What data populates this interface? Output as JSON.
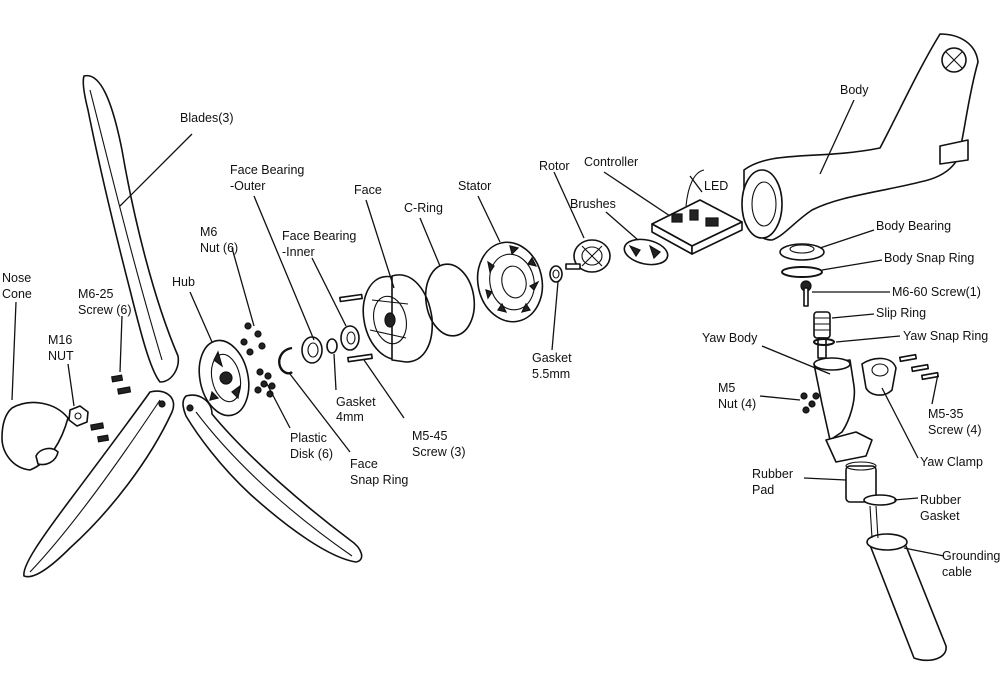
{
  "labels": {
    "nose_cone": [
      "Nose",
      "Cone"
    ],
    "m16_nut": [
      "M16",
      "NUT"
    ],
    "m6_25_screw": [
      "M6-25",
      "Screw (6)"
    ],
    "blades": "Blades(3)",
    "hub": "Hub",
    "m6_nut": [
      "M6",
      "Nut (6)"
    ],
    "face_bearing_outer": [
      "Face Bearing",
      "-Outer"
    ],
    "face_bearing_inner": [
      "Face Bearing",
      "-Inner"
    ],
    "face": "Face",
    "c_ring": "C-Ring",
    "stator": "Stator",
    "rotor": "Rotor",
    "controller": "Controller",
    "brushes": "Brushes",
    "led": "LED",
    "body": "Body",
    "body_bearing": "Body Bearing",
    "body_snap_ring": "Body Snap Ring",
    "m6_60_screw": "M6-60 Screw(1)",
    "slip_ring": "Slip Ring",
    "yaw_snap_ring": "Yaw Snap Ring",
    "yaw_body": "Yaw Body",
    "m5_nut": [
      "M5",
      "Nut (4)"
    ],
    "m5_35_screw": [
      "M5-35",
      "Screw (4)"
    ],
    "yaw_clamp": "Yaw Clamp",
    "rubber_pad": [
      "Rubber",
      "Pad"
    ],
    "rubber_gasket": [
      "Rubber",
      "Gasket"
    ],
    "grounding_cable": [
      "Grounding",
      "cable"
    ],
    "plastic_disk": [
      "Plastic",
      "Disk (6)"
    ],
    "face_snap_ring": [
      "Face",
      "Snap Ring"
    ],
    "gasket_4mm": [
      "Gasket",
      "4mm"
    ],
    "m5_45_screw": [
      "M5-45",
      "Screw (3)"
    ],
    "gasket_5_5mm": [
      "Gasket",
      "5.5mm"
    ]
  }
}
